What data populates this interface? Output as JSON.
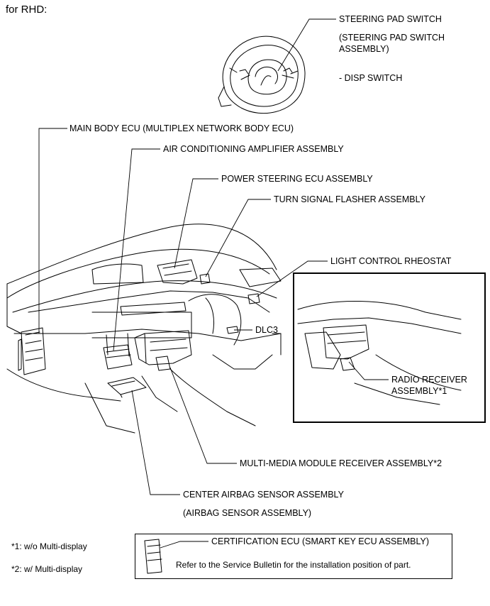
{
  "heading": "for RHD:",
  "labels": {
    "steering_pad_switch": "STEERING PAD SWITCH",
    "steering_pad_assembly_1": "(STEERING PAD SWITCH",
    "steering_pad_assembly_2": "ASSEMBLY)",
    "disp_switch": "- DISP SWITCH",
    "main_body_ecu": "MAIN BODY ECU (MULTIPLEX NETWORK BODY ECU)",
    "air_conditioning_amplifier": "AIR CONDITIONING AMPLIFIER ASSEMBLY",
    "power_steering_ecu": "POWER STEERING ECU ASSEMBLY",
    "turn_signal_flasher": "TURN SIGNAL FLASHER ASSEMBLY",
    "light_control_rheostat": "LIGHT CONTROL RHEOSTAT",
    "dlc3": "DLC3",
    "radio_receiver_1": "RADIO RECEIVER",
    "radio_receiver_2": "ASSEMBLY*1",
    "multi_media_module": "MULTI-MEDIA MODULE RECEIVER ASSEMBLY*2",
    "center_airbag_sensor": "CENTER AIRBAG SENSOR ASSEMBLY",
    "airbag_sensor_assembly": "(AIRBAG SENSOR ASSEMBLY)"
  },
  "footnotes": {
    "note1": "*1: w/o Multi-display",
    "note2": "*2: w/ Multi-display"
  },
  "certification": {
    "label": "CERTIFICATION ECU (SMART KEY ECU ASSEMBLY)",
    "note": "Refer to the Service Bulletin for the installation position of part."
  }
}
